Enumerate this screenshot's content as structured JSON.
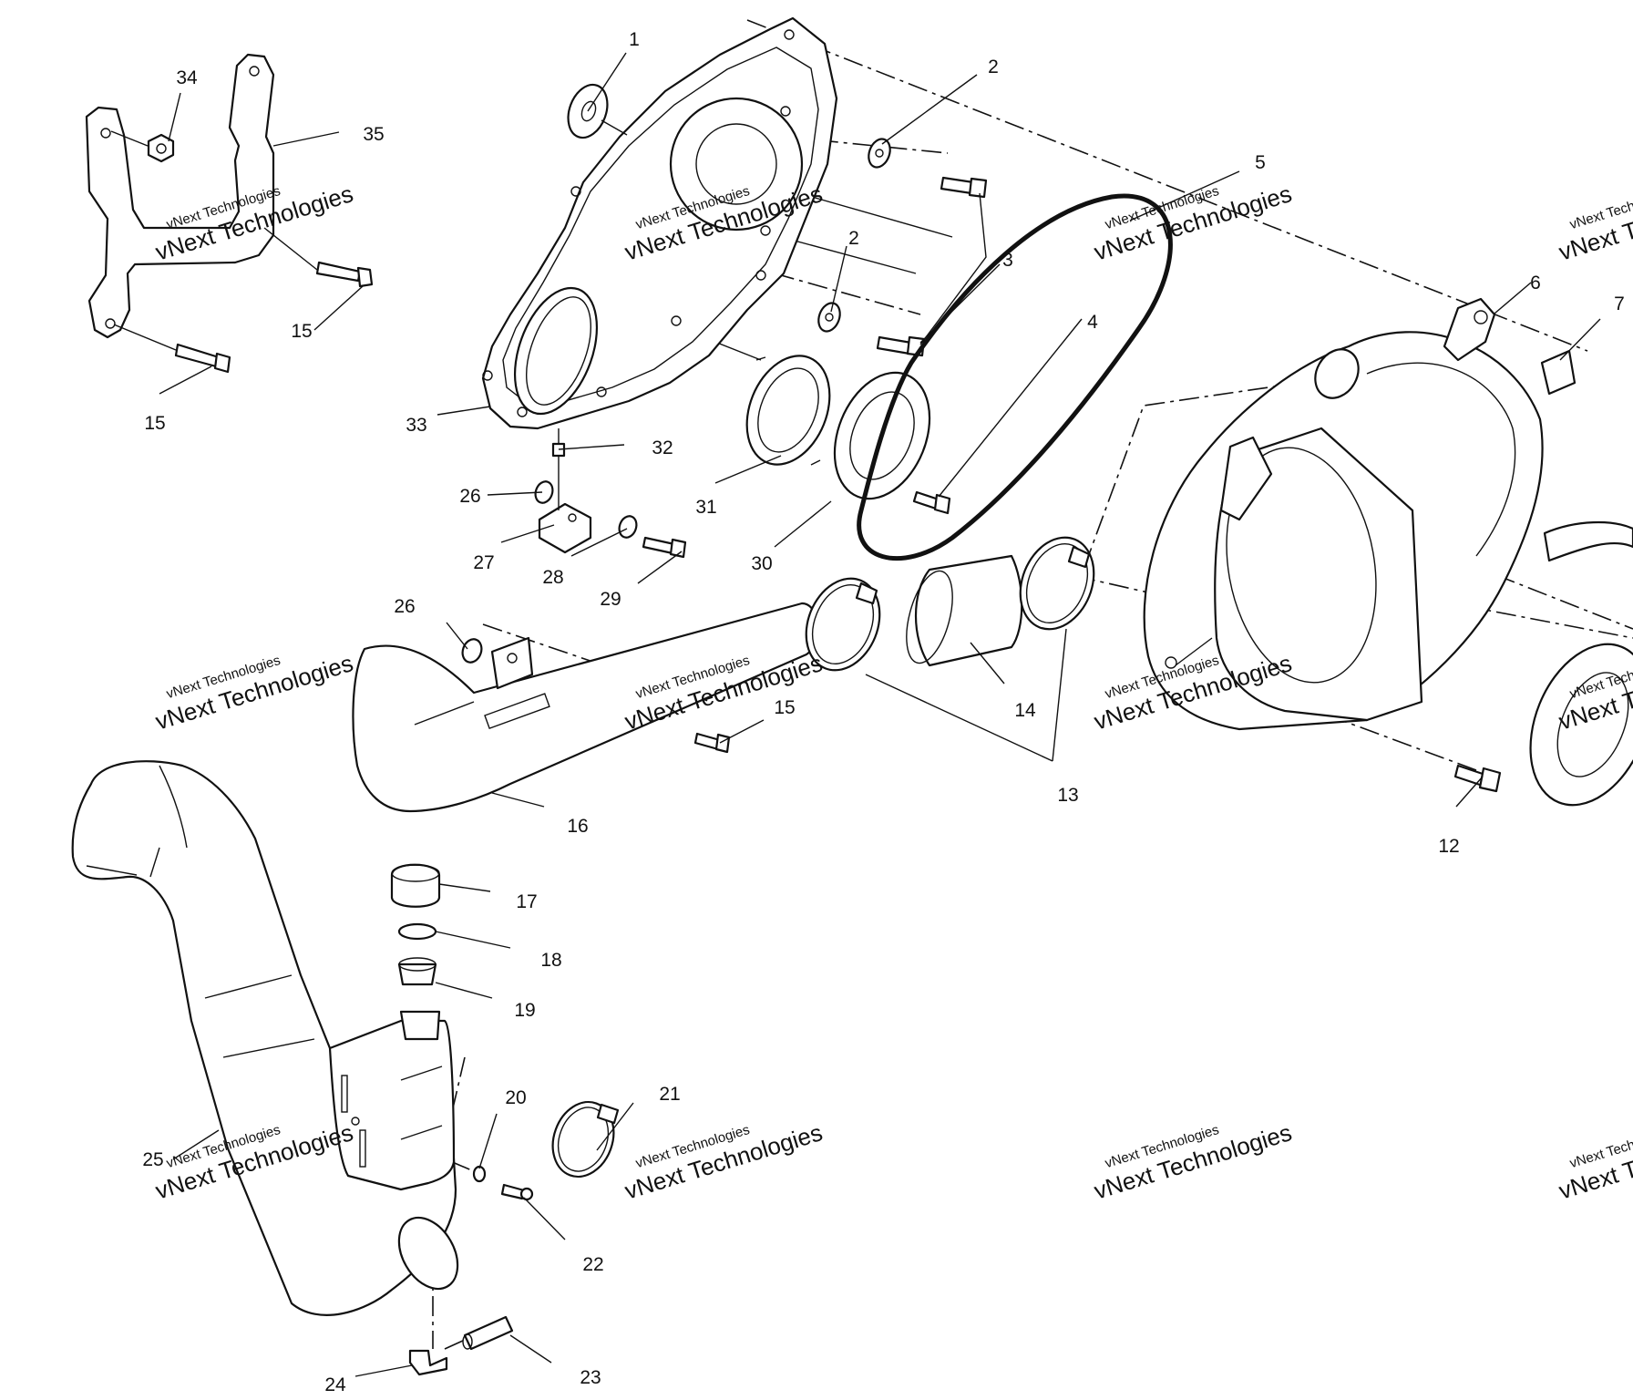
{
  "watermark": {
    "line_small": "vNext Technologies",
    "line_big": "vNext Technologies"
  },
  "part_numbers": [
    "1",
    "2",
    "2",
    "3",
    "4",
    "5",
    "6",
    "7",
    "12",
    "13",
    "14",
    "15",
    "15",
    "15",
    "16",
    "17",
    "18",
    "19",
    "20",
    "21",
    "22",
    "23",
    "24",
    "25",
    "26",
    "26",
    "27",
    "28",
    "29",
    "30",
    "31",
    "32",
    "33",
    "34",
    "35"
  ]
}
